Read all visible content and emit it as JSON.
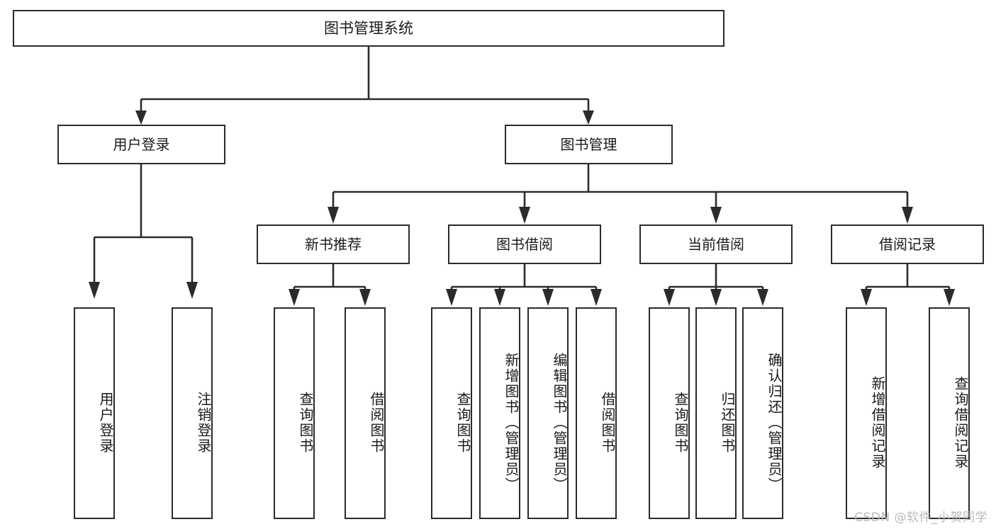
{
  "diagram": {
    "type": "tree",
    "title": "图书管理系统",
    "root": {
      "label": "图书管理系统"
    },
    "level1": [
      {
        "label": "用户登录"
      },
      {
        "label": "图书管理"
      }
    ],
    "level2": [
      {
        "label": "新书推荐"
      },
      {
        "label": "图书借阅"
      },
      {
        "label": "当前借阅"
      },
      {
        "label": "借阅记录"
      }
    ],
    "leaves": {
      "user_login": [
        {
          "label": "用户登录"
        },
        {
          "label": "注销登录"
        }
      ],
      "new_book_recommend": [
        {
          "label": "查询图书"
        },
        {
          "label": "借阅图书"
        }
      ],
      "book_borrow": [
        {
          "label": "查询图书"
        },
        {
          "label": "新增图书（管理员）"
        },
        {
          "label": "编辑图书（管理员）"
        },
        {
          "label": "借阅图书"
        }
      ],
      "current_borrow": [
        {
          "label": "查询图书"
        },
        {
          "label": "归还图书"
        },
        {
          "label": "确认归还（管理员）"
        }
      ],
      "borrow_record": [
        {
          "label": "新增借阅记录"
        },
        {
          "label": "查询借阅记录"
        }
      ]
    }
  },
  "watermark": {
    "text": "CSDN @软件_小贺同学"
  },
  "colors": {
    "line": "#2b2b2b",
    "box_border": "#2b2b2b",
    "box_fill": "#ffffff",
    "text": "#1a1a1a",
    "watermark": "#b9b9b9"
  }
}
